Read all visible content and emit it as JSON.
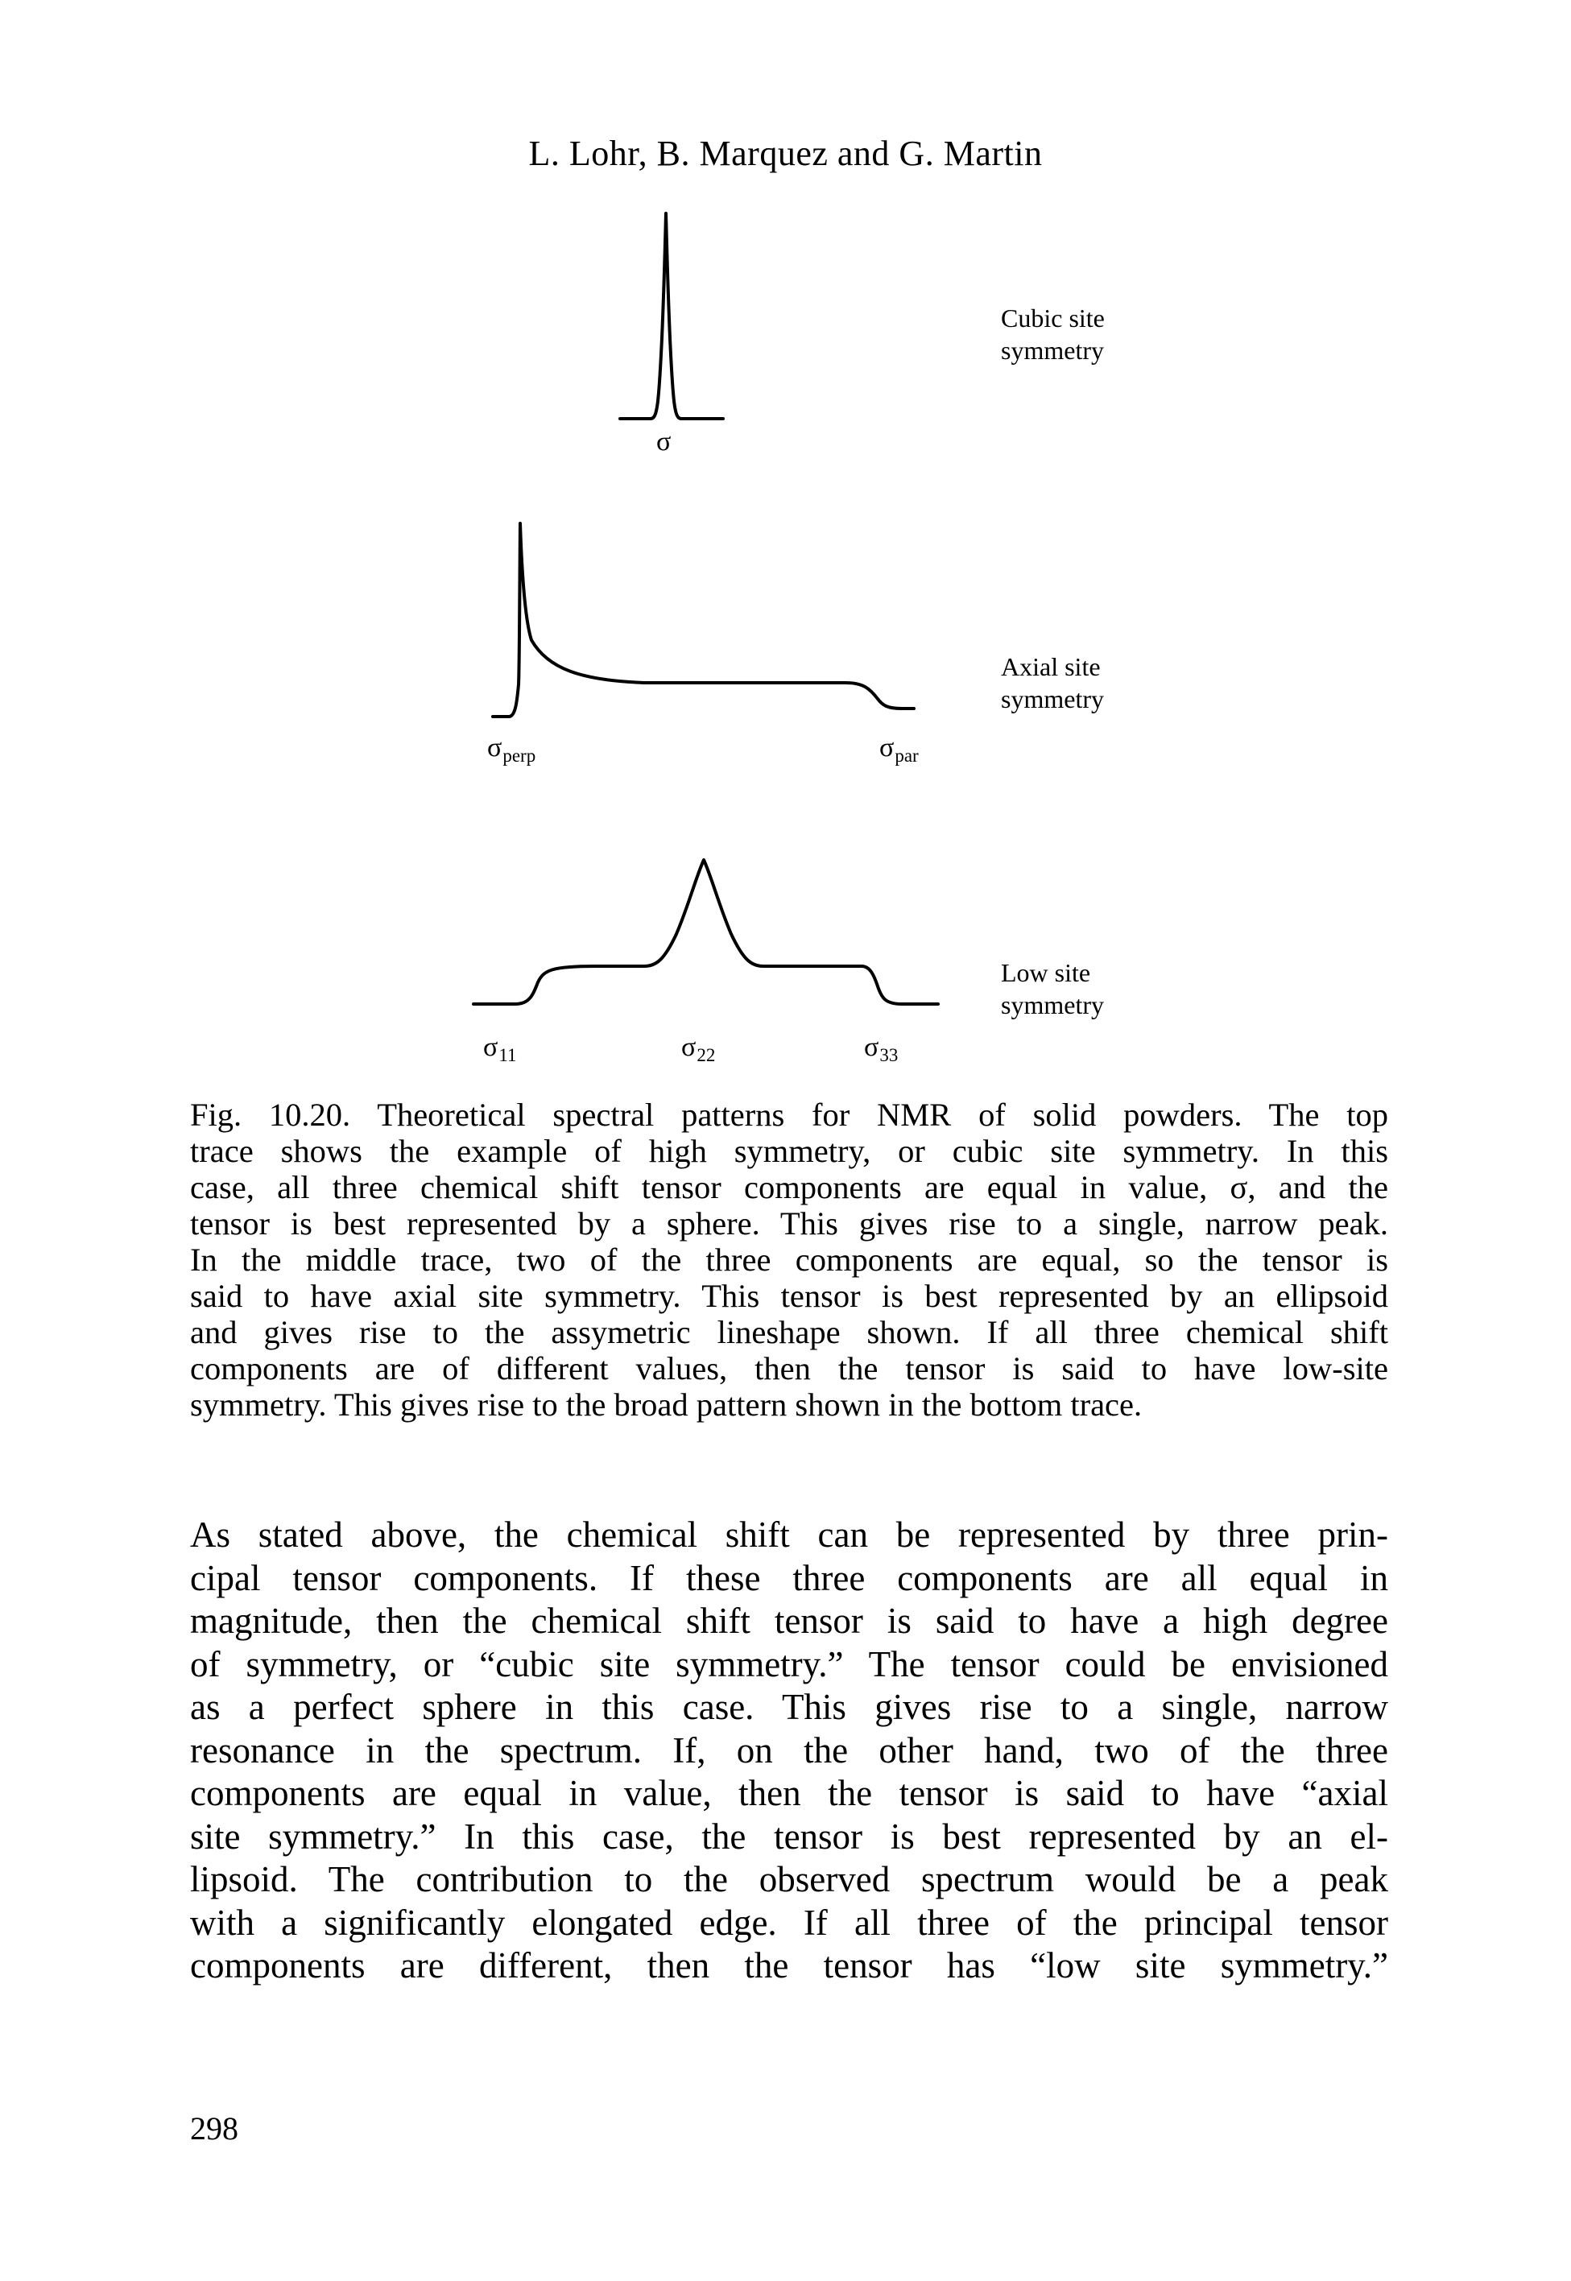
{
  "page": {
    "header": "L. Lohr, B. Marquez and G. Martin",
    "page_number": "298"
  },
  "figure": {
    "traces": [
      {
        "label_line1": "Cubic site",
        "label_line2": "symmetry",
        "symbols": [
          {
            "base": "σ",
            "sub": ""
          }
        ]
      },
      {
        "label_line1": "Axial site",
        "label_line2": "symmetry",
        "symbols": [
          {
            "base": "σ",
            "sub": "perp"
          },
          {
            "base": "σ",
            "sub": "par"
          }
        ]
      },
      {
        "label_line1": "Low site",
        "label_line2": "symmetry",
        "symbols": [
          {
            "base": "σ",
            "sub": "11"
          },
          {
            "base": "σ",
            "sub": "22"
          },
          {
            "base": "σ",
            "sub": "33"
          }
        ]
      }
    ],
    "caption_lines": [
      "Fig. 10.20. Theoretical spectral patterns for NMR of solid powders. The top",
      "trace shows the example of high symmetry, or cubic site symmetry. In this",
      "case, all three chemical shift tensor components are equal in value, σ, and the",
      "tensor is best represented by a sphere. This gives rise to a single, narrow peak.",
      "In the middle trace, two of the three components are equal, so the tensor is",
      "said to have axial site symmetry. This tensor is best represented by an ellipsoid",
      "and gives rise to the assymetric lineshape shown. If all three chemical shift",
      "components are of different values, then the tensor is said to have low-site",
      "symmetry. This gives rise to the broad pattern shown in the bottom trace."
    ]
  },
  "body_lines": [
    "As stated above, the chemical shift can be represented by three prin-",
    "cipal tensor components. If these three components are all equal in",
    "magnitude, then the chemical shift tensor is said to have a high degree",
    "of symmetry, or “cubic site symmetry.” The tensor could be envisioned",
    "as a perfect sphere in this case. This gives rise to a single, narrow",
    "resonance in the spectrum. If, on the other hand, two of the three",
    "components are equal in value, then the tensor is said to have “axial",
    "site symmetry.” In this case, the tensor is best represented by an el-",
    "lipsoid. The contribution to the observed spectrum would be a peak",
    "with a significantly elongated edge. If all three of the principal tensor",
    "components are different, then the tensor has “low site symmetry.”"
  ]
}
